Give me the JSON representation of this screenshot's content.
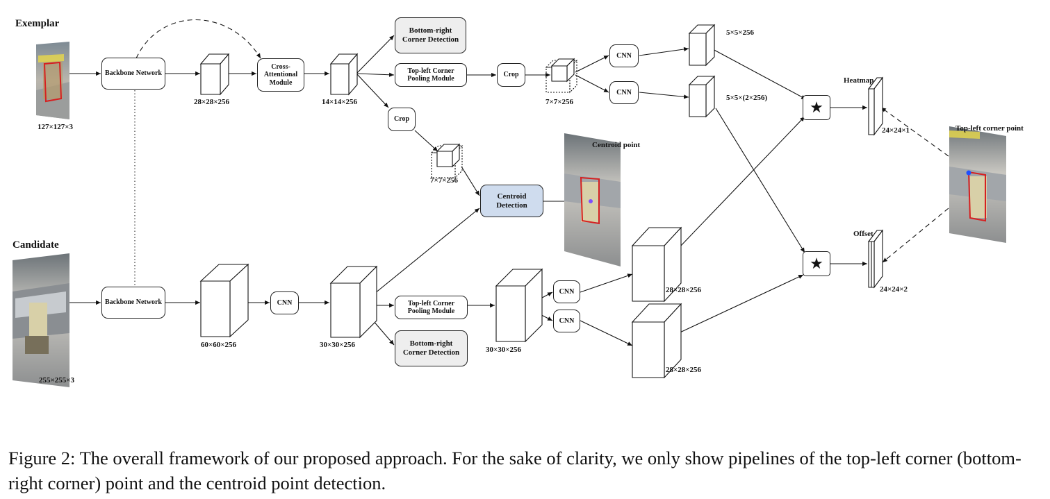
{
  "sections": {
    "exemplar": "Exemplar",
    "candidate": "Candidate"
  },
  "modules": {
    "backbone_top": "Backbone Network",
    "backbone_bottom": "Backbone Network",
    "cross_attention": "Cross-Attentional Module",
    "br_corner_top": "Bottom-right Corner Detection",
    "tl_pool_top": "Top-left Corner Pooling Module",
    "crop_a": "Crop",
    "crop_b": "Crop",
    "cnn_top1": "CNN",
    "cnn_top2": "CNN",
    "cnn_bottom_a": "CNN",
    "cnn_bottom_b1": "CNN",
    "cnn_bottom_b2": "CNN",
    "centroid": "Centroid Detection",
    "tl_pool_bottom": "Top-left Corner Pooling Module",
    "br_corner_bottom": "Bottom-right Corner Detection",
    "star_symbol": "★"
  },
  "dims": {
    "exemplar_in": "127×127×3",
    "candidate_in": "255×255×3",
    "f28_top": "28×28×256",
    "f14": "14×14×256",
    "f7_a": "7×7×256",
    "f7_b": "7×7×256",
    "f5_a": "5×5×256",
    "f5_b": "5×5×(2×256)",
    "f60": "60×60×256",
    "f30_a": "30×30×256",
    "f30_b": "30×30×256",
    "f28_b1": "28×28×256",
    "f28_b2": "28×28×256",
    "heat": "24×24×1",
    "offset": "24×24×2"
  },
  "outputs": {
    "heatmap": "Heatmap",
    "offset": "Offset",
    "centroid_point": "Centroid point",
    "tl_point": "Top-left corner point"
  },
  "caption": "Figure 2: The overall framework of our proposed approach. For the sake of clarity, we only show pipelines of the top-left corner (bottom-right corner) point and the centroid point detection.",
  "colors": {
    "module_gray": "#eeeeee",
    "centroid_blue": "#cfdcee",
    "bbox_red": "#d62020",
    "corner_blue": "#1f4fff"
  }
}
